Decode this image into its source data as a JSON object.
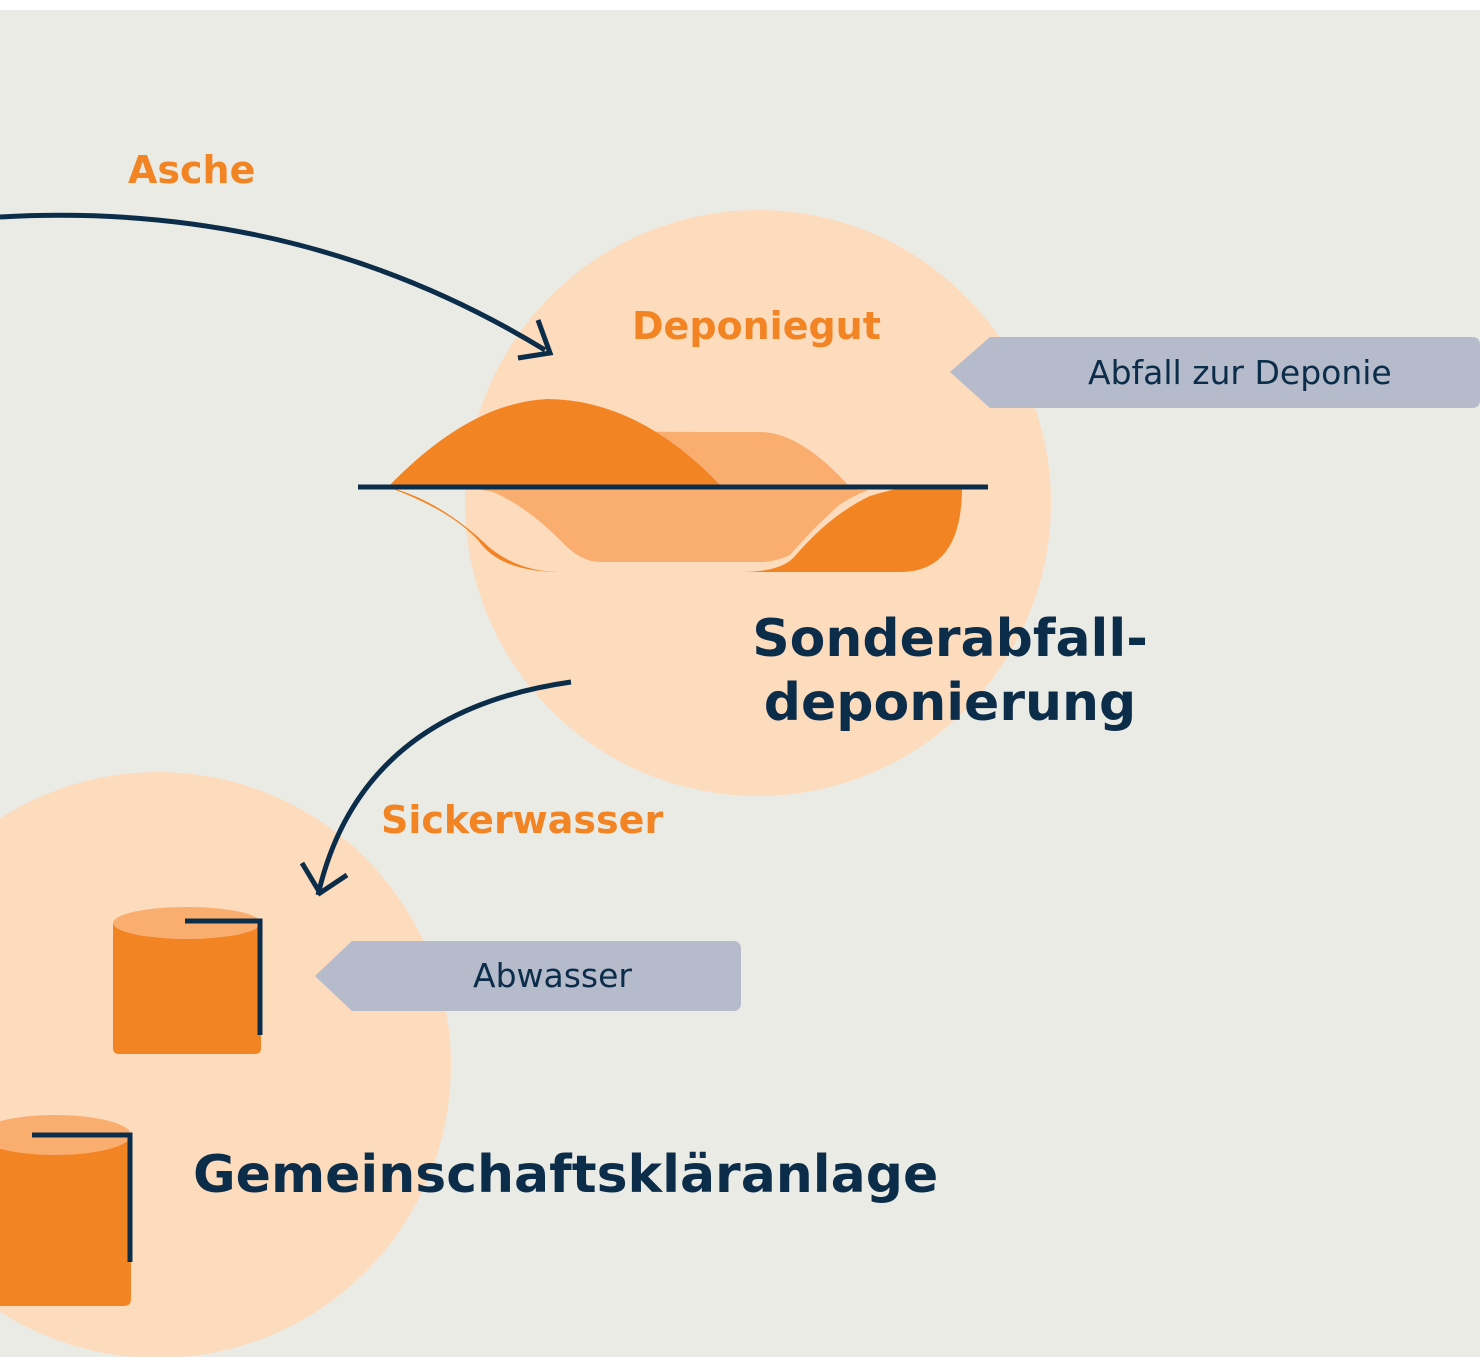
{
  "labels": {
    "asche": "Asche",
    "deponiegut": "Deponiegut",
    "sickerwasser": "Sickerwasser"
  },
  "tags": {
    "abfall_zur_deponie": "Abfall zur Deponie",
    "abwasser": "Abwasser"
  },
  "nodes": {
    "sonderabfall_line1": "Sonderabfall-",
    "sonderabfall_line2": "deponierung",
    "klaeranlage": "Gemeinschaftskläranlage"
  },
  "colors": {
    "background": "#ebebe6",
    "circle": "#fddbbd",
    "orange": "#f28424",
    "light_orange": "#f9ae70",
    "navy": "#0c2d4a",
    "tag": "#b5bbca"
  }
}
